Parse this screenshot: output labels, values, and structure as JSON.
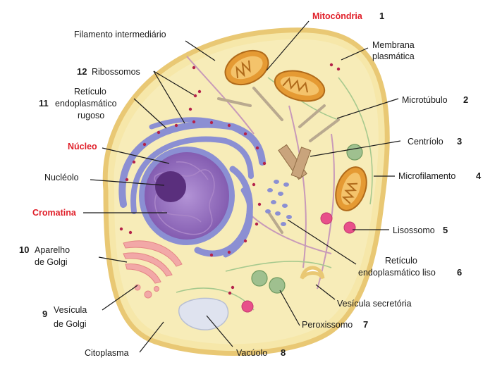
{
  "colors": {
    "cytoplasm": "#f6e7a9",
    "membrane": "#e9c874",
    "nucleus": "#8e67b8",
    "nucleolus": "#5a2f7d",
    "er": "#8b8fd3",
    "ribosome": "#b4224a",
    "mitochondria": "#e59a33",
    "golgi": "#f2a8a7",
    "lysosome": "#e8508a",
    "peroxisome": "#9fc08f",
    "vacuole": "#dfe3ef",
    "highlight_label": "#e0202a"
  },
  "labels": {
    "mitocondria": {
      "text": "Mitocôndria",
      "num": "1"
    },
    "microtubulo": {
      "text": "Microtúbulo",
      "num": "2"
    },
    "centriolo": {
      "text": "Centríolo",
      "num": "3"
    },
    "microfilamento": {
      "text": "Microfilamento",
      "num": "4"
    },
    "lisossomo": {
      "text": "Lisossomo",
      "num": "5"
    },
    "re_liso": {
      "line1": "Retículo",
      "line2": "endoplasmático liso",
      "num": "6"
    },
    "peroxissomo": {
      "text": "Peroxissomo",
      "num": "7"
    },
    "vacuolo": {
      "text": "Vacúolo",
      "num": "8"
    },
    "vesicula_golgi": {
      "line1": "Vesícula",
      "line2": "de Golgi",
      "num": "9"
    },
    "aparelho_golgi": {
      "line1": "Aparelho",
      "line2": "de Golgi",
      "num": "10"
    },
    "re_rugoso": {
      "line1": "Retículo",
      "line2": "endoplasmático",
      "line3": "rugoso",
      "num": "11"
    },
    "ribossomos": {
      "text": "Ribossomos",
      "num": "12"
    },
    "filamento_intermediario": {
      "text": "Filamento intermediário"
    },
    "membrana_plasmatica": {
      "line1": "Membrana",
      "line2": "plasmática"
    },
    "nucleo": {
      "text": "Núcleo"
    },
    "nucleolo": {
      "text": "Nucléolo"
    },
    "cromatina": {
      "text": "Cromatina"
    },
    "vesicula_secretoria": {
      "text": "Vesícula secretória"
    },
    "citoplasma": {
      "text": "Citoplasma"
    }
  }
}
